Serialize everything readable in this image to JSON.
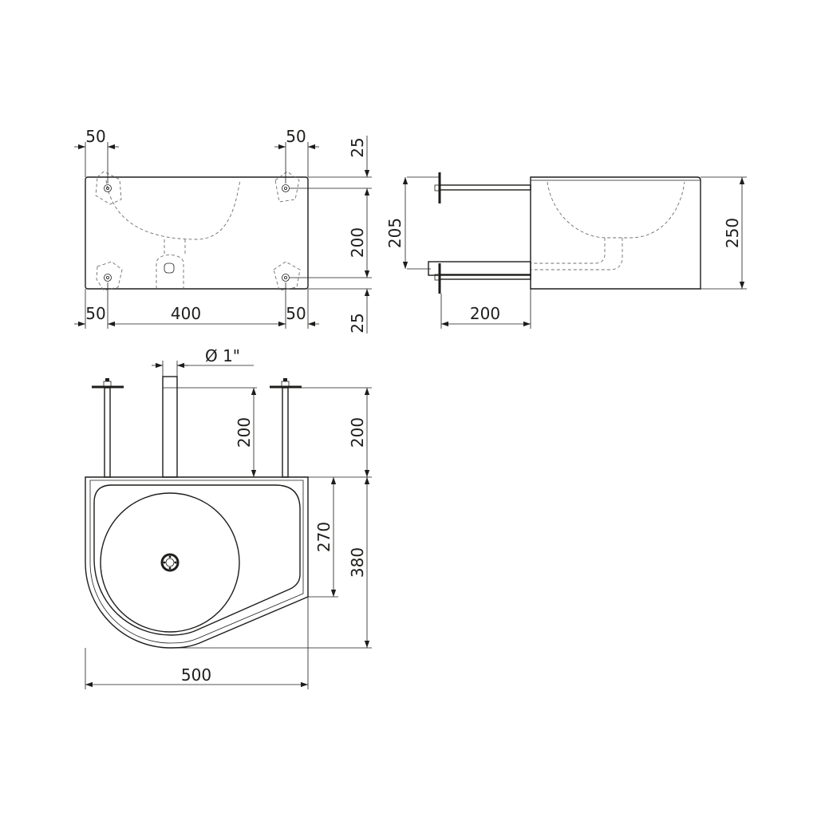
{
  "dimensions": {
    "front_left_offset_top": "50",
    "front_right_offset_top": "50",
    "front_top_offset": "25",
    "front_fixing_height": "200",
    "front_bottom_offset": "25",
    "front_left_offset_bottom": "50",
    "front_fixing_width": "400",
    "front_right_offset_bottom": "50",
    "side_rod_spacing": "205",
    "side_height": "250",
    "side_rod_length": "200",
    "top_pipe_diameter": "Ø 1\"",
    "top_pipe_length": "200",
    "top_rod_length": "200",
    "top_bowl_depth": "270",
    "top_total_depth": "380",
    "top_total_width": "500"
  },
  "colors": {
    "line": "#1d1d1b",
    "hidden_line": "#6f6f6f",
    "background": "#ffffff"
  }
}
